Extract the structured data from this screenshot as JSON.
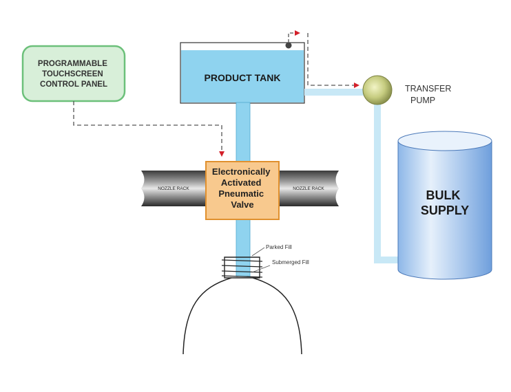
{
  "control_panel": {
    "lines": [
      "PROGRAMMABLE",
      "TOUCHSCREEN",
      "CONTROL PANEL"
    ]
  },
  "product_tank": {
    "label": "PRODUCT TANK"
  },
  "transfer_pump": {
    "lines": [
      "TRANSFER",
      "PUMP"
    ]
  },
  "bulk_supply": {
    "lines": [
      "BULK",
      "SUPPLY"
    ]
  },
  "valve": {
    "lines": [
      "Electronically",
      "Activated",
      "Pneumatic",
      "Valve"
    ]
  },
  "nozzle_rack": {
    "left_label": "NOZZLE RACK",
    "right_label": "NOZZLE RACK"
  },
  "fill_levels": {
    "parked": "Parked Fill",
    "submerged": "Submerged Fill"
  },
  "colors": {
    "liquid": "#8fd3ef",
    "pipe": "#c8e8f6",
    "panel_fill": "#d8efd9",
    "panel_border": "#6cc07a",
    "valve_fill": "#f8c98e",
    "valve_border": "#e0902e",
    "signal_arrow": "#d3202a",
    "pump": "#b8c070"
  }
}
